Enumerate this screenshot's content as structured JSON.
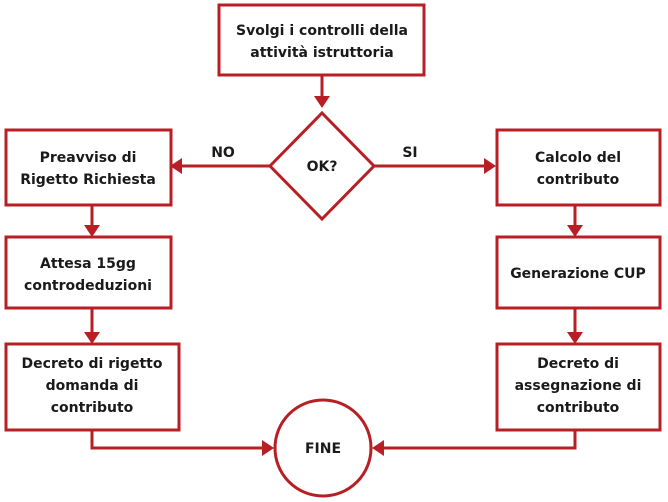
{
  "nodes": {
    "start": {
      "line1": "Svolgi i controlli della",
      "line2": "attività istruttoria"
    },
    "decision": {
      "label": "OK?"
    },
    "preavviso": {
      "line1": "Preavviso di",
      "line2": "Rigetto Richiesta"
    },
    "attesa": {
      "line1": "Attesa  15gg",
      "line2": "controdeduzioni"
    },
    "decreto_rigetto": {
      "line1": "Decreto di rigetto",
      "line2": "domanda di",
      "line3": "contributo"
    },
    "calcolo": {
      "line1": "Calcolo del",
      "line2": "contributo"
    },
    "generazione": {
      "label": "Generazione CUP"
    },
    "decreto_assegnazione": {
      "line1": "Decreto di",
      "line2": "assegnazione di",
      "line3": "contributo"
    },
    "fine": {
      "label": "FINE"
    }
  },
  "edges": {
    "no_label": "NO",
    "si_label": "SI"
  },
  "colors": {
    "stroke": "#b81f24",
    "text": "#1a1a1a"
  }
}
